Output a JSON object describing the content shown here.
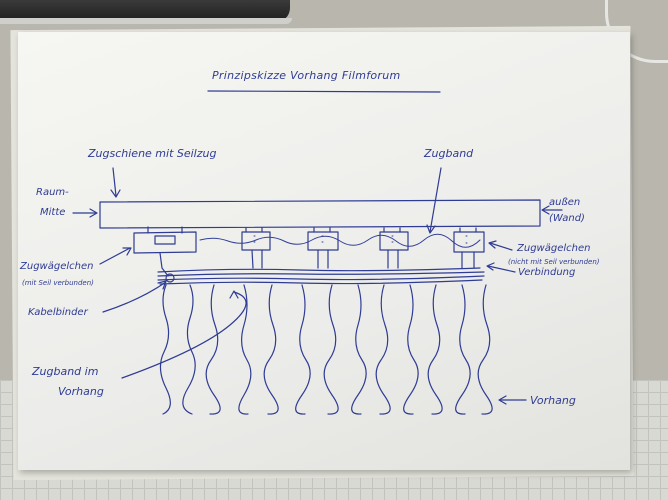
{
  "diagram": {
    "title": "Prinzipskizze Vorhang Filmforum",
    "labels": {
      "zugschiene": "Zugschiene mit Seilzug",
      "zugband": "Zugband",
      "raum": "Raum-",
      "mitte": "Mitte",
      "aussen": "außen",
      "wand": "(Wand)",
      "zugwaegelchen_left": "Zugwägelchen",
      "zugwaegelchen_left_sub": "(mit Seil verbunden)",
      "kabelbinder": "Kabelbinder",
      "zugwaegelchen_right": "Zugwägelchen",
      "zugwaegelchen_right_sub": "(nicht mit Seil verbunden)",
      "verbindung": "Verbindung",
      "zugband_im_vorhang_1": "Zugband im",
      "zugband_im_vorhang_2": "Vorhang",
      "vorhang": "Vorhang"
    }
  },
  "colors": {
    "ink": "#2f3c93",
    "paper": "#f3f3ef",
    "background": "#b9b7ad"
  }
}
